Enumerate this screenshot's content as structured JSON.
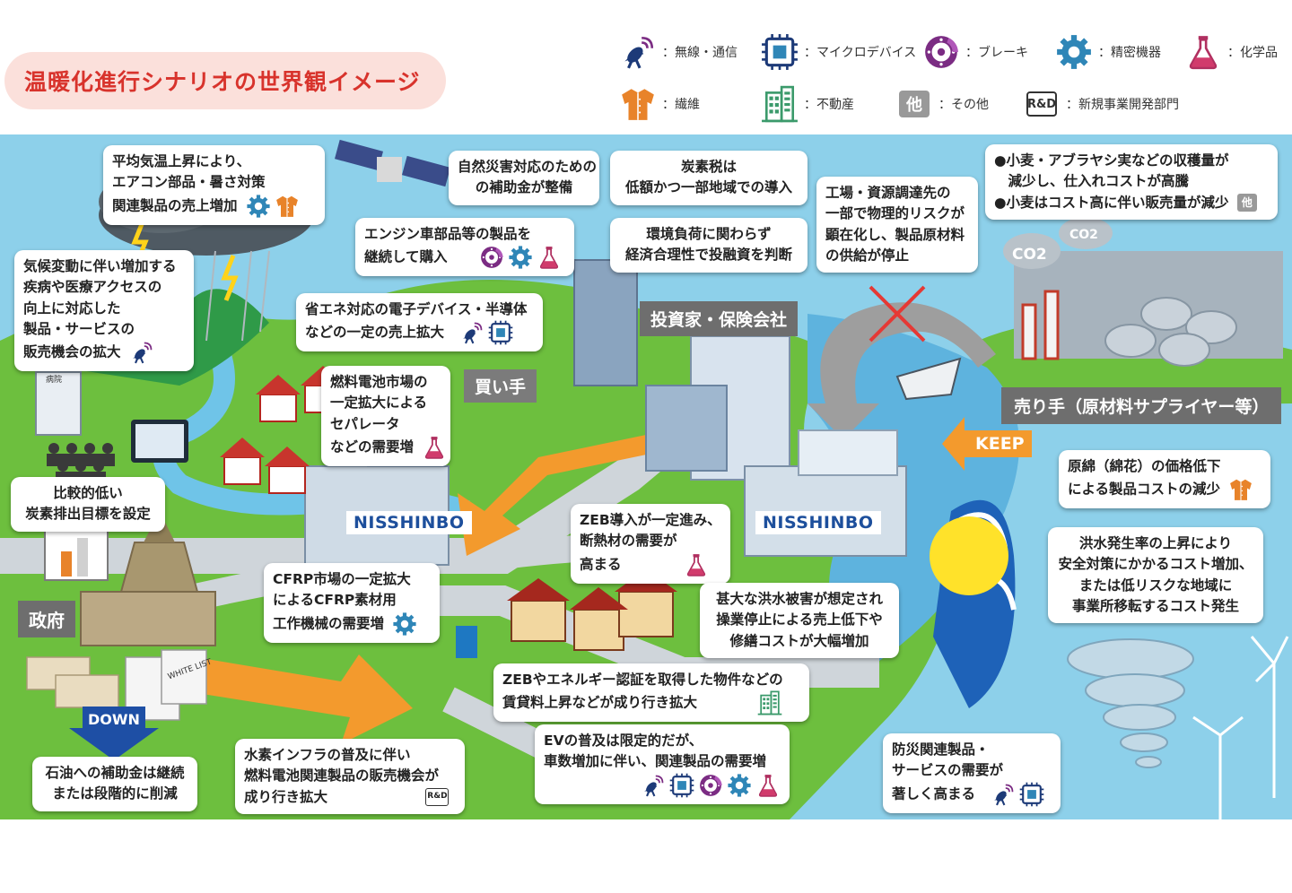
{
  "title": "温暖化進行シナリオの世界観イメージ",
  "legend": [
    {
      "icon": "antenna-icon",
      "label": "：無線・通信"
    },
    {
      "icon": "chip-icon",
      "label": "：マイクロデバイス"
    },
    {
      "icon": "brake-icon",
      "label": "：ブレーキ"
    },
    {
      "icon": "gear-icon",
      "label": "：精密機器"
    },
    {
      "icon": "flask-icon",
      "label": "：化学品"
    },
    {
      "icon": "shirt-icon",
      "label": "：繊維"
    },
    {
      "icon": "building-icon",
      "label": "：不動産"
    },
    {
      "icon": "other-icon",
      "label": "：その他",
      "glyph": "他"
    },
    {
      "icon": "rnd-icon",
      "label": "：新規事業開発部門",
      "glyph": "R&D"
    }
  ],
  "colors": {
    "purple": "#7b2c83",
    "navy": "#1d3a78",
    "blue": "#2f86b7",
    "red": "#d8332c",
    "orange": "#e8832a",
    "green": "#3b9a6b",
    "gray": "#7b7b7b"
  },
  "tags": {
    "investor": "投資家・保険会社",
    "buyer": "買い手",
    "seller": "売り手（原材料サプライヤー等）",
    "government": "政府",
    "keep": "KEEP",
    "down": "DOWN",
    "nisshinbo": "NISSHINBO",
    "co2": "CO2",
    "hospital": "病院",
    "whitelist": "WHITE LIST"
  },
  "callouts": {
    "temp": [
      "平均気温上昇により、",
      "エアコン部品・暑さ対策",
      "関連製品の売上増加"
    ],
    "disease": [
      "気候変動に伴い増加する",
      "疾病や医療アクセスの",
      "向上に対応した",
      "製品・サービスの",
      "販売機会の拡大"
    ],
    "disaster_subsidy": [
      "自然災害対応のための",
      "の補助金が整備"
    ],
    "carbon_tax": [
      "炭素税は",
      "低額かつ一部地域での導入"
    ],
    "engine": [
      "エンジン車部品等の製品を",
      "継続して購入"
    ],
    "economic": [
      "環境負荷に関わらず",
      "経済合理性で投融資を判断"
    ],
    "factory_risk": [
      "工場・資源調達先の",
      "一部で物理的リスクが",
      "顕在化し、製品原材料",
      "の供給が停止"
    ],
    "wheat": [
      "●小麦・アブラヤシ実などの収穫量が",
      "　減少し、仕入れコストが高騰",
      "●小麦はコスト高に伴い販売量が減少"
    ],
    "energy_saving": [
      "省エネ対応の電子デバイス・半導体",
      "などの一定の売上拡大"
    ],
    "fuel_cell": [
      "燃料電池市場の",
      "一定拡大による",
      "セパレータ",
      "などの需要増"
    ],
    "low_target": [
      "比較的低い",
      "炭素排出目標を設定"
    ],
    "cotton": [
      "原綿（綿花）の価格低下",
      "による製品コストの減少"
    ],
    "cfrp": [
      "CFRP市場の一定拡大",
      "によるCFRP素材用",
      "工作機械の需要増"
    ],
    "zeb": [
      "ZEB導入が一定進み、",
      "断熱材の需要が",
      "高まる"
    ],
    "flood_damage": [
      "甚大な洪水被害が想定され",
      "操業停止による売上低下や",
      "修繕コストが大幅増加"
    ],
    "flood_rate": [
      "洪水発生率の上昇により",
      "安全対策にかかるコスト増加、",
      "または低リスクな地域に",
      "事業所移転するコスト発生"
    ],
    "rent": [
      "ZEBやエネルギー認証を取得した物件などの",
      "賃貸料上昇などが成り行き拡大"
    ],
    "oil_subsidy": [
      "石油への補助金は継続",
      "または段階的に削減"
    ],
    "hydrogen": [
      "水素インフラの普及に伴い",
      "燃料電池関連製品の販売機会が",
      "成り行き拡大"
    ],
    "ev": [
      "EVの普及は限定的だが、",
      "車数増加に伴い、関連製品の需要増"
    ],
    "disaster_products": [
      "防災関連製品・",
      "サービスの需要が",
      "著しく高まる"
    ]
  }
}
